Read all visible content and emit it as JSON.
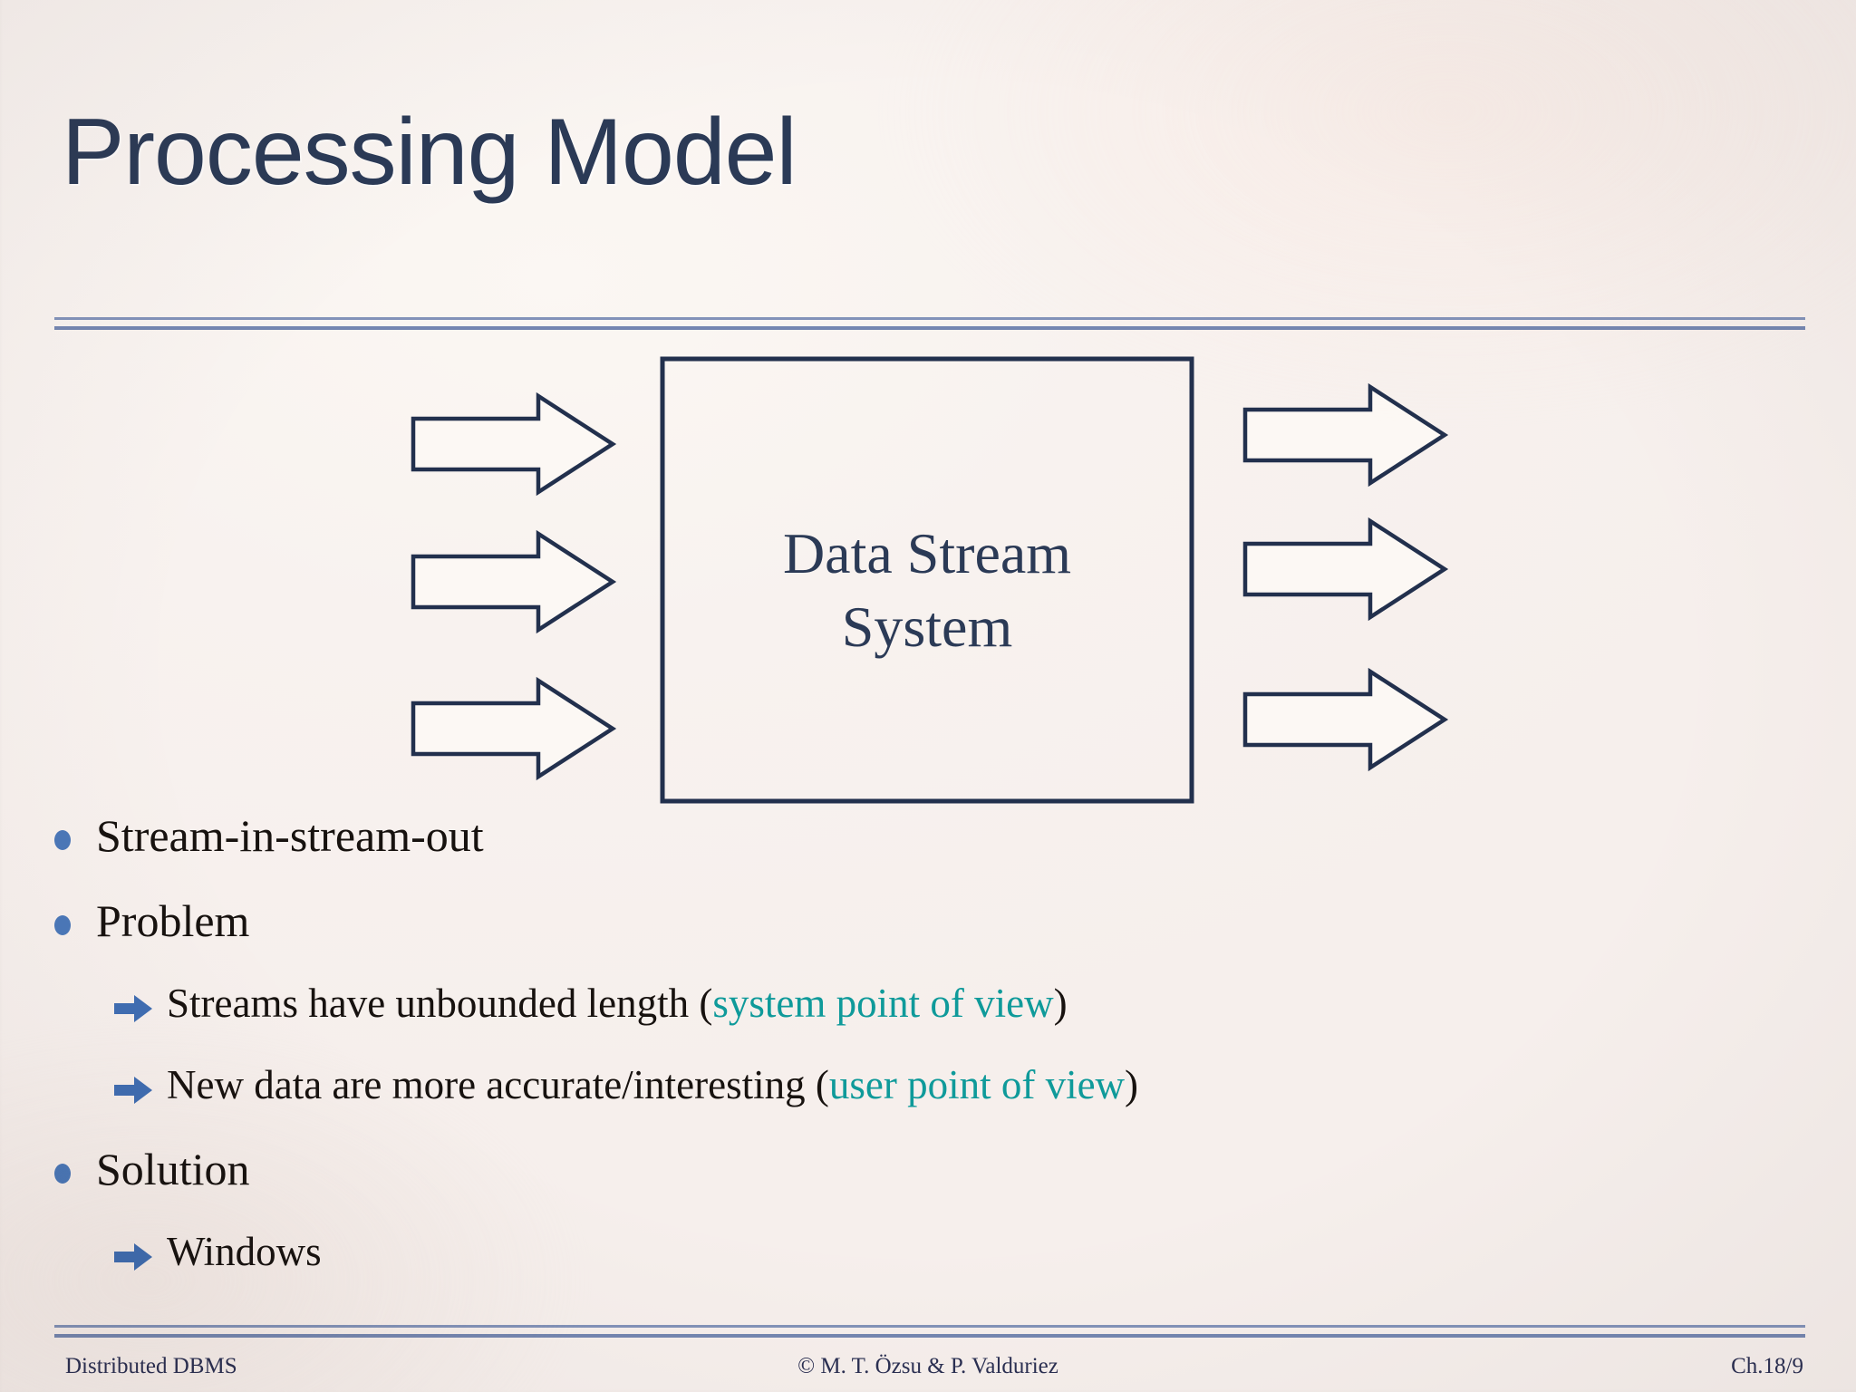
{
  "slide": {
    "title": "Processing Model",
    "background_color": "#f8f2ef",
    "title_color": "#2b3a56",
    "accent_rule_color": "#6d80ad"
  },
  "diagram": {
    "box_label_line1": "Data Stream",
    "box_label_line2": "System",
    "box_stroke_color": "#22304d",
    "arrow_stroke_color": "#22304d",
    "input_arrows": [
      {
        "name": "input-arrow-1"
      },
      {
        "name": "input-arrow-2"
      },
      {
        "name": "input-arrow-3"
      }
    ],
    "output_arrows": [
      {
        "name": "output-arrow-1"
      },
      {
        "name": "output-arrow-2"
      },
      {
        "name": "output-arrow-3"
      }
    ]
  },
  "bullets": {
    "bullet_color": "#4a77b8",
    "sub_arrow_color": "#3f6db2",
    "highlight_color": "#0f9a9a",
    "items": [
      {
        "level": 1,
        "text": "Stream-in-stream-out"
      },
      {
        "level": 1,
        "text": "Problem"
      },
      {
        "level": 2,
        "prefix": "Streams have unbounded length (",
        "highlight": "system point of view",
        "suffix": ")"
      },
      {
        "level": 2,
        "prefix": "New data are more accurate/interesting (",
        "highlight": "user point of view",
        "suffix": ")"
      },
      {
        "level": 1,
        "text": "Solution"
      },
      {
        "level": 2,
        "prefix": "Windows",
        "highlight": "",
        "suffix": ""
      }
    ]
  },
  "footer": {
    "left": "Distributed DBMS",
    "center": "© M. T. Özsu & P. Valduriez",
    "right": "Ch.18/9"
  }
}
